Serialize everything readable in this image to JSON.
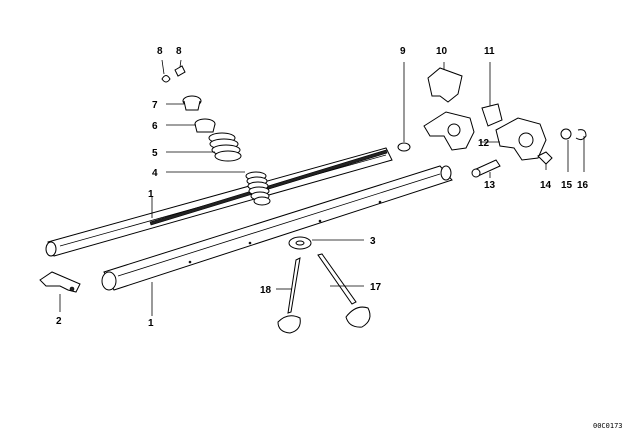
{
  "diagram": {
    "labels": {
      "p1a": "1",
      "p1b": "1",
      "p2": "2",
      "p3": "3",
      "p4": "4",
      "p5": "5",
      "p6": "6",
      "p7": "7",
      "p8a": "8",
      "p8b": "8",
      "p9": "9",
      "p10": "10",
      "p11": "11",
      "p12": "12",
      "p13": "13",
      "p14": "14",
      "p15": "15",
      "p16": "16",
      "p17": "17",
      "p18": "18"
    },
    "code": "00C0173"
  }
}
